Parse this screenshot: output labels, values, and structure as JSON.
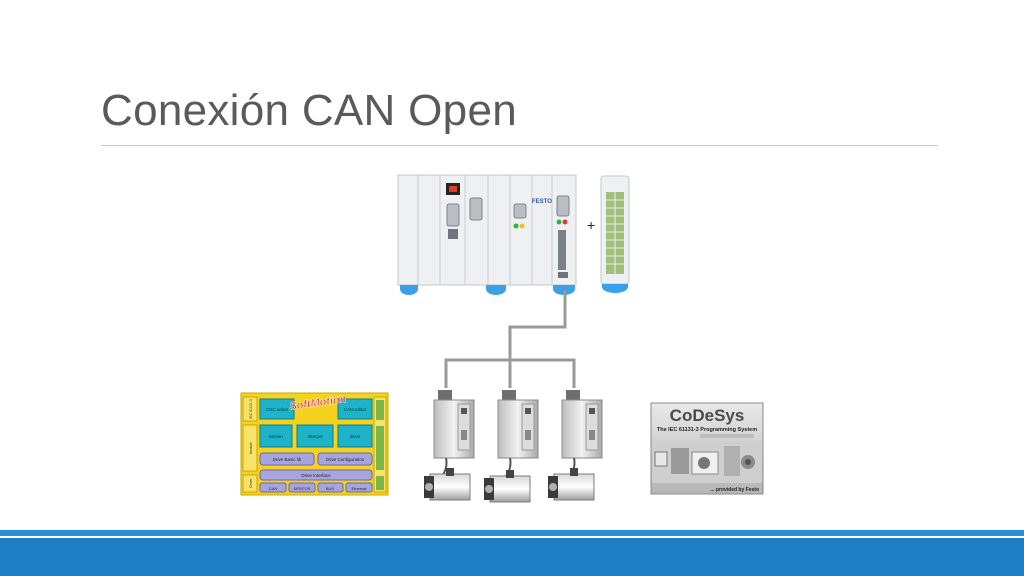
{
  "slide": {
    "title": "Conexión CAN Open"
  },
  "controller": {
    "brand_label": "FESTO",
    "plus_sign": "+"
  },
  "softmotion": {
    "logo_text": "SoftMotion",
    "side_left": [
      "IEC 61131-3",
      "Module",
      "Driver"
    ],
    "top_row": [
      "CNC editor",
      "CAM editor"
    ],
    "mid_row": [
      "Motion",
      "Interpol",
      "Drive"
    ],
    "drive_row": [
      "Drive Basic lib",
      "Drive Configuration"
    ],
    "interface_label": "Drive Interface",
    "bus_row": [
      "CAN",
      "SERCOS",
      "BUS",
      "Ethercat"
    ]
  },
  "codesys": {
    "logo": "CoDeSys",
    "subtitle": "The IEC 61131-3 Programming System",
    "footer": "... provided by Festo"
  },
  "colors": {
    "title_text": "#5a5a5a",
    "rule": "#c8c8c8",
    "band_thin": "#2b8fd6",
    "band_thick": "#1f7fc4",
    "controller_body": "#eef0f2",
    "controller_feet": "#3aa0e8",
    "cable": "#9a9a9a",
    "softmotion_frame": "#f4d21e",
    "softmotion_cyan": "#1db3c9",
    "softmotion_lavender": "#a7a5e0",
    "softmotion_green": "#7ab648",
    "softmotion_logo": "#d01f1f"
  }
}
